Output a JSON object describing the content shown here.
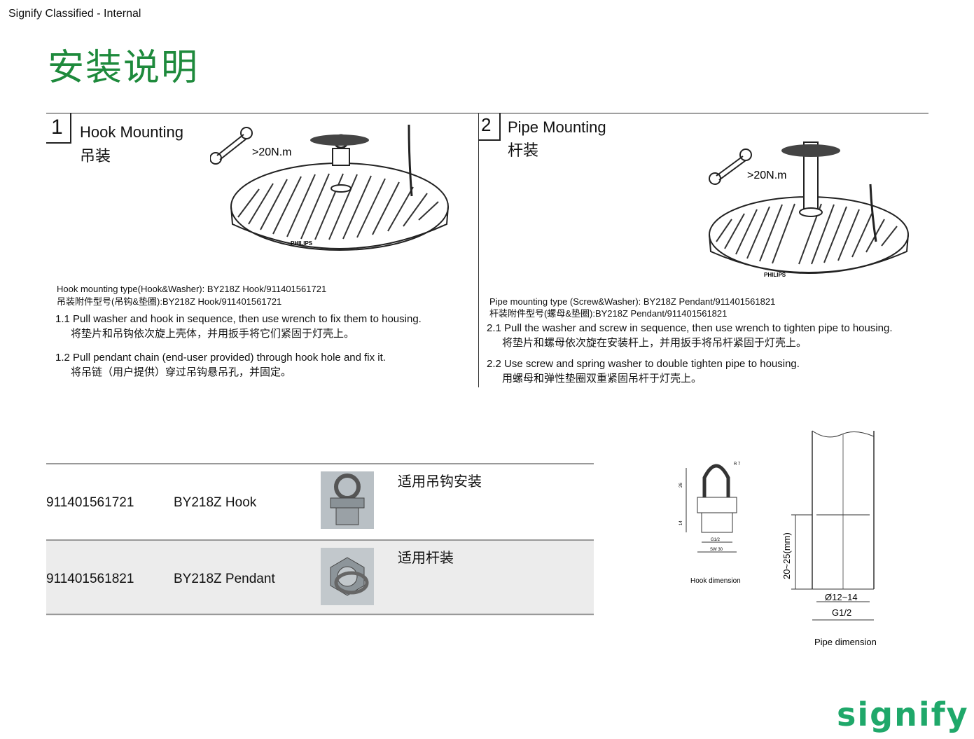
{
  "header": {
    "classification": "Signify Classified - Internal",
    "title": "安装说明"
  },
  "hook_section": {
    "step_number": "1",
    "title_en": "Hook Mounting",
    "title_zh": "吊装",
    "torque": ">20N.m",
    "type_en": "Hook mounting type(Hook&Washer): BY218Z Hook/911401561721",
    "type_zh": "吊装附件型号(吊钩&垫圈):BY218Z Hook/911401561721",
    "steps": [
      {
        "en": "1.1 Pull washer and hook in sequence, then use wrench to fix them to housing.",
        "zh": "将垫片和吊钩依次旋上壳体，并用扳手将它们紧固于灯壳上。"
      },
      {
        "en": "1.2 Pull pendant chain (end-user provided) through hook hole and fix it.",
        "zh": "将吊链（用户提供）穿过吊钩悬吊孔，并固定。"
      }
    ],
    "brand": "PHILIPS"
  },
  "pipe_section": {
    "step_number": "2",
    "title_en": "Pipe Mounting",
    "title_zh": "杆装",
    "torque": ">20N.m",
    "type_en": "Pipe mounting type (Screw&Washer): BY218Z Pendant/911401561821",
    "type_zh": "杆装附件型号(螺母&垫圈):BY218Z Pendant/911401561821",
    "steps": [
      {
        "en": "2.1 Pull the washer and screw in sequence, then use wrench to tighten pipe to housing.",
        "zh": "将垫片和螺母依次旋在安装杆上，并用扳手将吊杆紧固于灯壳上。"
      },
      {
        "en": "2.2 Use screw and spring washer to double tighten pipe to housing.",
        "zh": "用螺母和弹性垫圈双重紧固吊杆于灯壳上。"
      }
    ],
    "brand": "PHILIPS"
  },
  "parts_table": [
    {
      "code": "911401561721",
      "name": "BY218Z Hook",
      "note": "适用吊钩安装"
    },
    {
      "code": "911401561821",
      "name": "BY218Z Pendant",
      "note": "适用杆装"
    }
  ],
  "hook_dimension": {
    "caption": "Hook dimension",
    "r_label": "R 7",
    "h1": "26",
    "h2": "14",
    "thread": "G1/2",
    "width": "SW 30"
  },
  "pipe_dimension": {
    "caption": "Pipe dimension",
    "length": "20~25(mm)",
    "diameter": "Ø12~14",
    "thread": "G1/2"
  },
  "footer": {
    "logo": "signify"
  }
}
